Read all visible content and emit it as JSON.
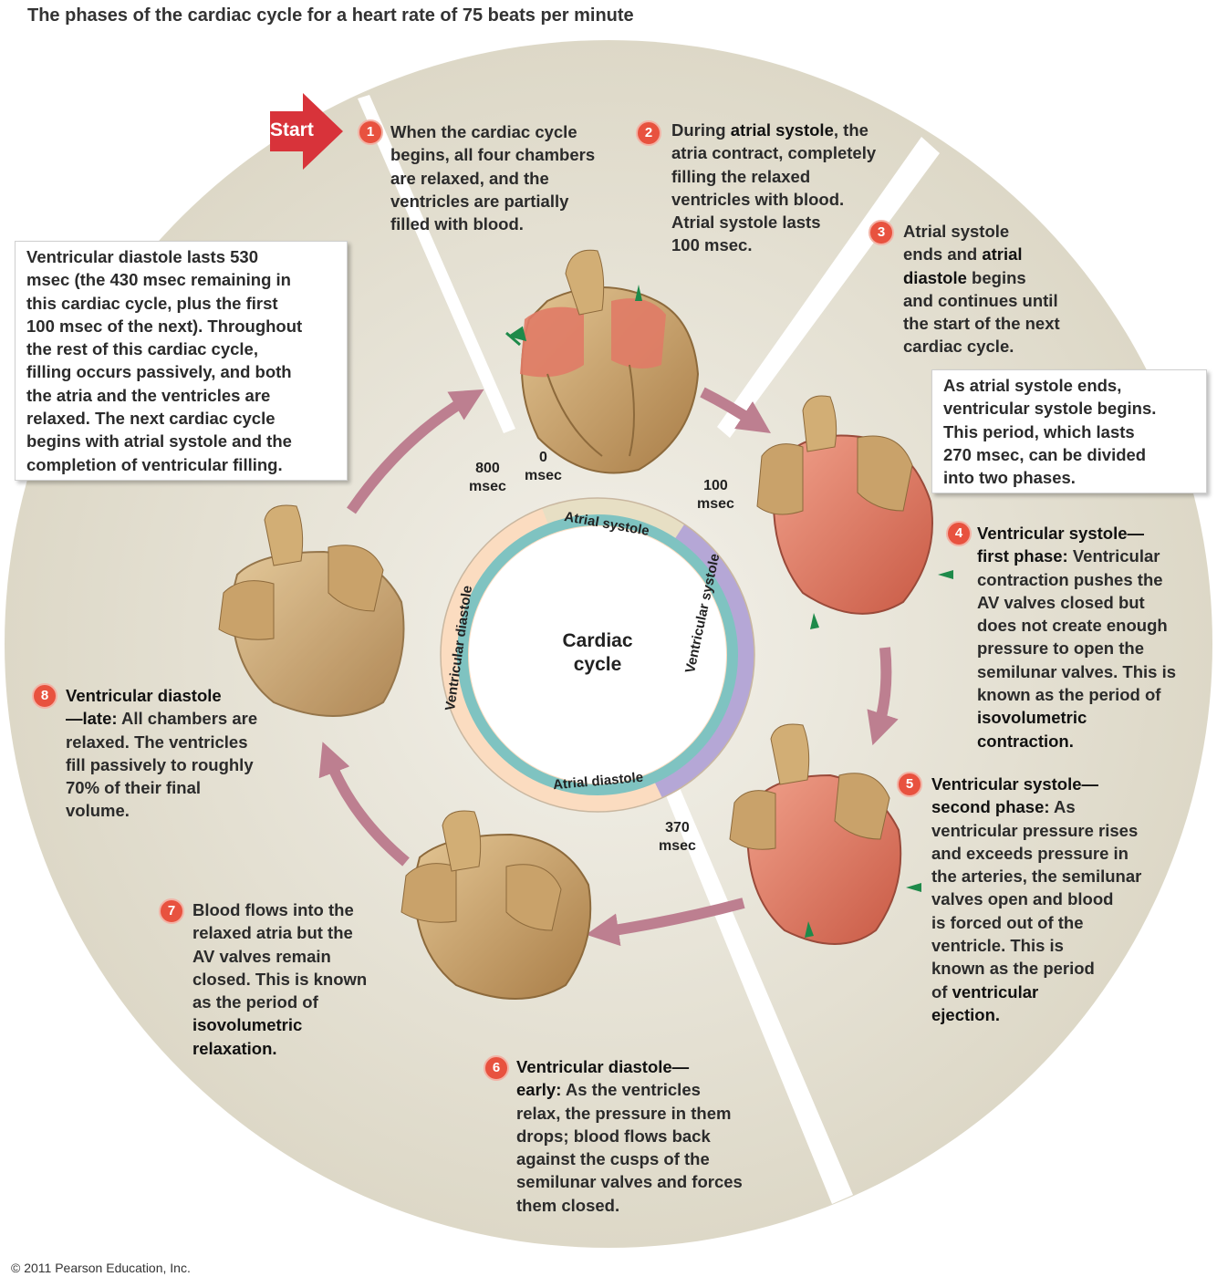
{
  "title": "The phases of the cardiac cycle for a heart rate of 75 beats per minute",
  "copyright": "© 2011 Pearson Education, Inc.",
  "start_label": "Start",
  "center_label_line1": "Cardiac",
  "center_label_line2": "cycle",
  "ring": {
    "atrial_systole": "Atrial systole",
    "ventricular_systole": "Ventricular systole",
    "atrial_diastole": "Atrial diastole",
    "ventricular_diastole": "Ventricular diastole"
  },
  "times": {
    "t0_value": "0",
    "t0_unit": "msec",
    "t100_value": "100",
    "t100_unit": "msec",
    "t370_value": "370",
    "t370_unit": "msec",
    "t800_value": "800",
    "t800_unit": "msec"
  },
  "steps": {
    "s1": {
      "num": "1",
      "l1": "When the cardiac cycle",
      "l2": "begins, all four chambers",
      "l3": "are relaxed, and the",
      "l4": "ventricles are partially",
      "l5": "filled with blood."
    },
    "s2": {
      "num": "2",
      "l1a": "During ",
      "l1b": "atrial systole",
      "l1c": ", the",
      "l2": "atria contract, completely",
      "l3": "filling the relaxed",
      "l4": "ventricles with blood.",
      "l5": "Atrial systole lasts",
      "l6": "100 msec."
    },
    "s3": {
      "num": "3",
      "l1": "Atrial systole",
      "l2a": "ends and ",
      "l2b": "atrial",
      "l3a": "diastole",
      "l3b": " begins",
      "l4": "and continues until",
      "l5": "the start of the next",
      "l6": "cardiac cycle."
    },
    "s4": {
      "num": "4",
      "l1": "Ventricular systole—",
      "l2a": "first phase:",
      "l2b": " Ventricular",
      "l3": "contraction pushes the",
      "l4": "AV valves closed but",
      "l5": "does not create enough",
      "l6": "pressure to open the",
      "l7": "semilunar valves. This is",
      "l8": "known as the period of",
      "l9": "isovolumetric",
      "l10": "contraction."
    },
    "s5": {
      "num": "5",
      "l1": "Ventricular systole—",
      "l2a": "second phase:",
      "l2b": " As",
      "l3": "ventricular pressure rises",
      "l4": "and exceeds pressure in",
      "l5": "the arteries, the semilunar",
      "l6": "valves open and blood",
      "l7": "is forced out of the",
      "l8": "ventricle. This is",
      "l9": "known as the period",
      "l10a": "of ",
      "l10b": "ventricular",
      "l11": "ejection."
    },
    "s6": {
      "num": "6",
      "l1": "Ventricular diastole—",
      "l2a": "early:",
      "l2b": " As the ventricles",
      "l3": "relax, the pressure in them",
      "l4": "drops; blood flows back",
      "l5": "against the cusps of the",
      "l6": "semilunar valves and forces",
      "l7": "them closed."
    },
    "s7": {
      "num": "7",
      "l1": "Blood flows into the",
      "l2": "relaxed atria but the",
      "l3": "AV valves remain",
      "l4": "closed. This is known",
      "l5": "as the period of",
      "l6": "isovolumetric",
      "l7": "relaxation."
    },
    "s8": {
      "num": "8",
      "l1": "Ventricular diastole",
      "l2a": "—late:",
      "l2b": " All chambers are",
      "l3": "relaxed. The ventricles",
      "l4": "fill passively to roughly",
      "l5": "70% of their final",
      "l6": "volume."
    }
  },
  "box_left": {
    "l1": "Ventricular diastole lasts 530",
    "l2": "msec (the 430 msec remaining in",
    "l3": "this cardiac cycle, plus the first",
    "l4": "100 msec of the next). Throughout",
    "l5": "the rest of this cardiac cycle,",
    "l6": "filling occurs passively, and both",
    "l7": "the atria and the ventricles are",
    "l8": "relaxed. The next cardiac cycle",
    "l9": "begins with atrial systole and the",
    "l10": "completion of ventricular filling."
  },
  "box_right": {
    "l1": "As atrial systole ends,",
    "l2": "ventricular systole begins.",
    "l3": "This period, which lasts",
    "l4": "270 msec, can be divided",
    "l5": "into two phases."
  },
  "colors": {
    "background_disc": "#e5e1d3",
    "heart_tan": "#c9a26a",
    "heart_red": "#e07b66",
    "cycle_arrow": "#bd7f90",
    "ring_atrial_systole": "#e7dfc4",
    "ring_ventricular_systole": "#b5a7d6",
    "ring_atrial_diastole": "#fbdcc0",
    "ring_inner": "#7fc3c1",
    "badge": "#e8523f",
    "start_arrow": "#d8333a",
    "green_arrow": "#1e8a4a"
  }
}
